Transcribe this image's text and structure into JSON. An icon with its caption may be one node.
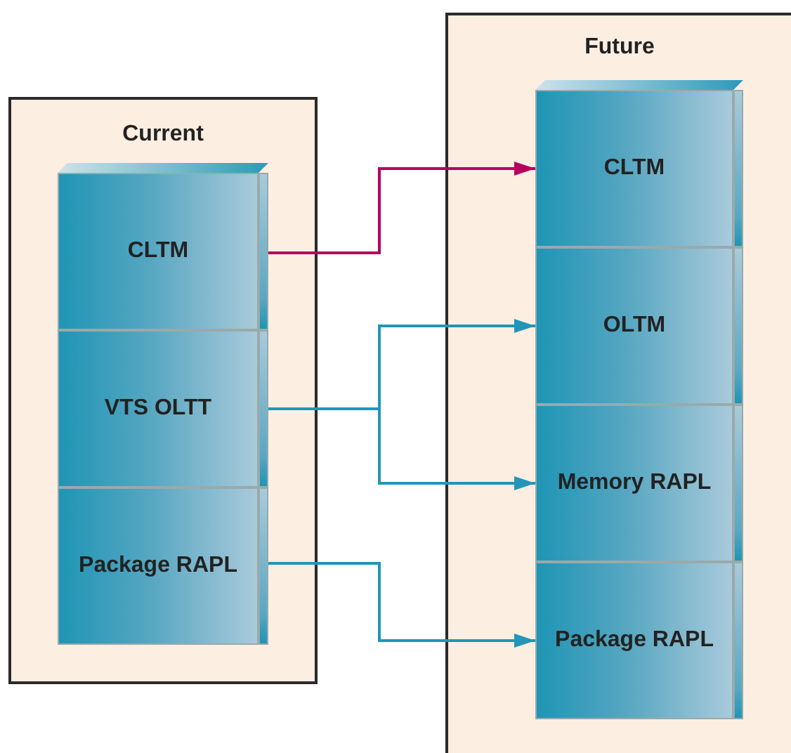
{
  "diagram": {
    "nodes": [
      {
        "text": [
          "Current"
        ]
      },
      {
        "text": [
          "CLTM"
        ],
        "in": 0
      },
      {
        "text": [
          "VTS OLTT"
        ],
        "in": 0
      },
      {
        "text": [
          "Package RAPL"
        ],
        "in": 0
      },
      {
        "text": [
          "Future"
        ]
      },
      {
        "text": [
          "CLTM"
        ],
        "in": 4
      },
      {
        "text": [
          "OLTM"
        ],
        "in": 4
      },
      {
        "text": [
          "Memory RAPL"
        ],
        "in": 4
      },
      {
        "text": [
          "Package RAPL"
        ],
        "in": 4
      }
    ],
    "edges": [
      {
        "from": 1,
        "to": 5,
        "arrow": "to",
        "color": "#b5005e"
      },
      {
        "from": 2,
        "to": 6,
        "arrow": "to"
      },
      {
        "from": 2,
        "to": 7,
        "arrow": "to"
      },
      {
        "from": 3,
        "to": 8,
        "arrow": "to"
      }
    ]
  }
}
